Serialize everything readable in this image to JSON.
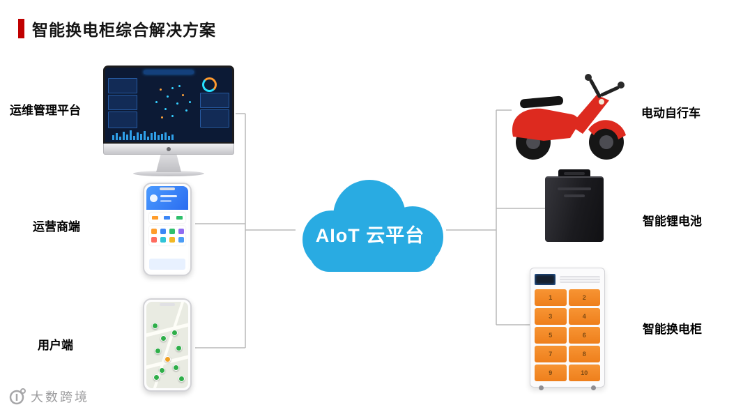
{
  "title": "智能换电柜综合解决方案",
  "cloud": {
    "label": "AIoT 云平台",
    "color": "#29ABE2"
  },
  "left_items": [
    {
      "label": "运维管理平台",
      "device": "imac-dashboard"
    },
    {
      "label": "运营商端",
      "device": "smartphone-operator-app"
    },
    {
      "label": "用户端",
      "device": "smartphone-map-app"
    }
  ],
  "right_items": [
    {
      "label": "电动自行车",
      "device": "electric-scooter"
    },
    {
      "label": "智能锂电池",
      "device": "lithium-battery"
    },
    {
      "label": "智能换电柜",
      "device": "battery-swap-cabinet"
    }
  ],
  "cabinet": {
    "door_numbers": [
      "1",
      "2",
      "3",
      "4",
      "5",
      "6",
      "7",
      "8",
      "9",
      "10"
    ]
  },
  "watermark": {
    "brand": "大数跨境"
  },
  "colors": {
    "accent_red": "#C00000",
    "cloud_blue": "#29ABE2",
    "door_orange": "#F0831F",
    "line_gray": "#B8B8B8"
  }
}
